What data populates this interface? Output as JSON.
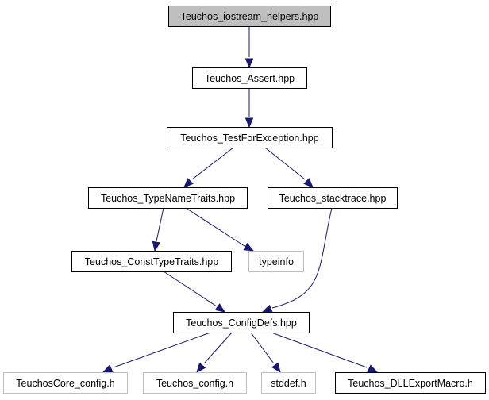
{
  "diagram": {
    "kind": "include-dependency-graph",
    "colors": {
      "edge": "#191970",
      "root_fill": "#bfbfbf",
      "node_fill": "#ffffff",
      "node_border": "#000000",
      "external_border": "#bfbfbf"
    },
    "nodes": [
      {
        "id": "iostream_helpers",
        "label": "Teuchos_iostream_helpers.hpp",
        "role": "root"
      },
      {
        "id": "assert",
        "label": "Teuchos_Assert.hpp",
        "role": "internal"
      },
      {
        "id": "testforexception",
        "label": "Teuchos_TestForException.hpp",
        "role": "internal"
      },
      {
        "id": "typenametraits",
        "label": "Teuchos_TypeNameTraits.hpp",
        "role": "internal"
      },
      {
        "id": "stacktrace",
        "label": "Teuchos_stacktrace.hpp",
        "role": "internal"
      },
      {
        "id": "consttypetraits",
        "label": "Teuchos_ConstTypeTraits.hpp",
        "role": "internal"
      },
      {
        "id": "typeinfo",
        "label": "typeinfo",
        "role": "external"
      },
      {
        "id": "configdefs",
        "label": "Teuchos_ConfigDefs.hpp",
        "role": "internal"
      },
      {
        "id": "teuchoscore_config",
        "label": "TeuchosCore_config.h",
        "role": "external"
      },
      {
        "id": "teuchos_config",
        "label": "Teuchos_config.h",
        "role": "external"
      },
      {
        "id": "stddef",
        "label": "stddef.h",
        "role": "external"
      },
      {
        "id": "dllexport",
        "label": "Teuchos_DLLExportMacro.h",
        "role": "internal"
      }
    ],
    "edges": [
      {
        "from": "iostream_helpers",
        "to": "assert"
      },
      {
        "from": "assert",
        "to": "testforexception"
      },
      {
        "from": "testforexception",
        "to": "typenametraits"
      },
      {
        "from": "testforexception",
        "to": "stacktrace"
      },
      {
        "from": "typenametraits",
        "to": "consttypetraits"
      },
      {
        "from": "typenametraits",
        "to": "typeinfo"
      },
      {
        "from": "consttypetraits",
        "to": "configdefs"
      },
      {
        "from": "stacktrace",
        "to": "configdefs"
      },
      {
        "from": "configdefs",
        "to": "teuchoscore_config"
      },
      {
        "from": "configdefs",
        "to": "teuchos_config"
      },
      {
        "from": "configdefs",
        "to": "stddef"
      },
      {
        "from": "configdefs",
        "to": "dllexport"
      }
    ]
  }
}
